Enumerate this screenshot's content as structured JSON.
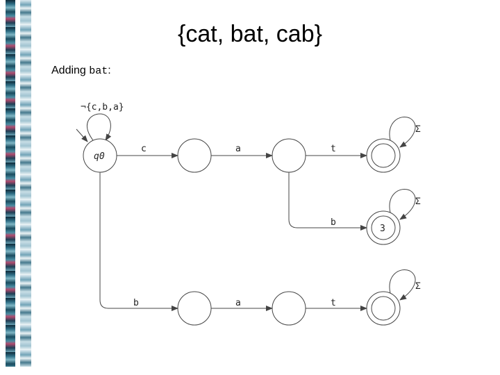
{
  "title": "{cat, bat, cab}",
  "subtitle": {
    "prefix": "Adding ",
    "code": "bat",
    "suffix": ":"
  },
  "diagram": {
    "self_loop_label": "¬{c,b,a}",
    "start_state_label": "q0",
    "transitions": {
      "c": "c",
      "a_top": "a",
      "t_top": "t",
      "b_mid": "b",
      "b_low": "b",
      "a_low": "a",
      "t_low": "t"
    },
    "sigma_top": "Σ",
    "sigma_mid": "Σ",
    "sigma_low": "Σ",
    "mid_final_label": "3"
  }
}
